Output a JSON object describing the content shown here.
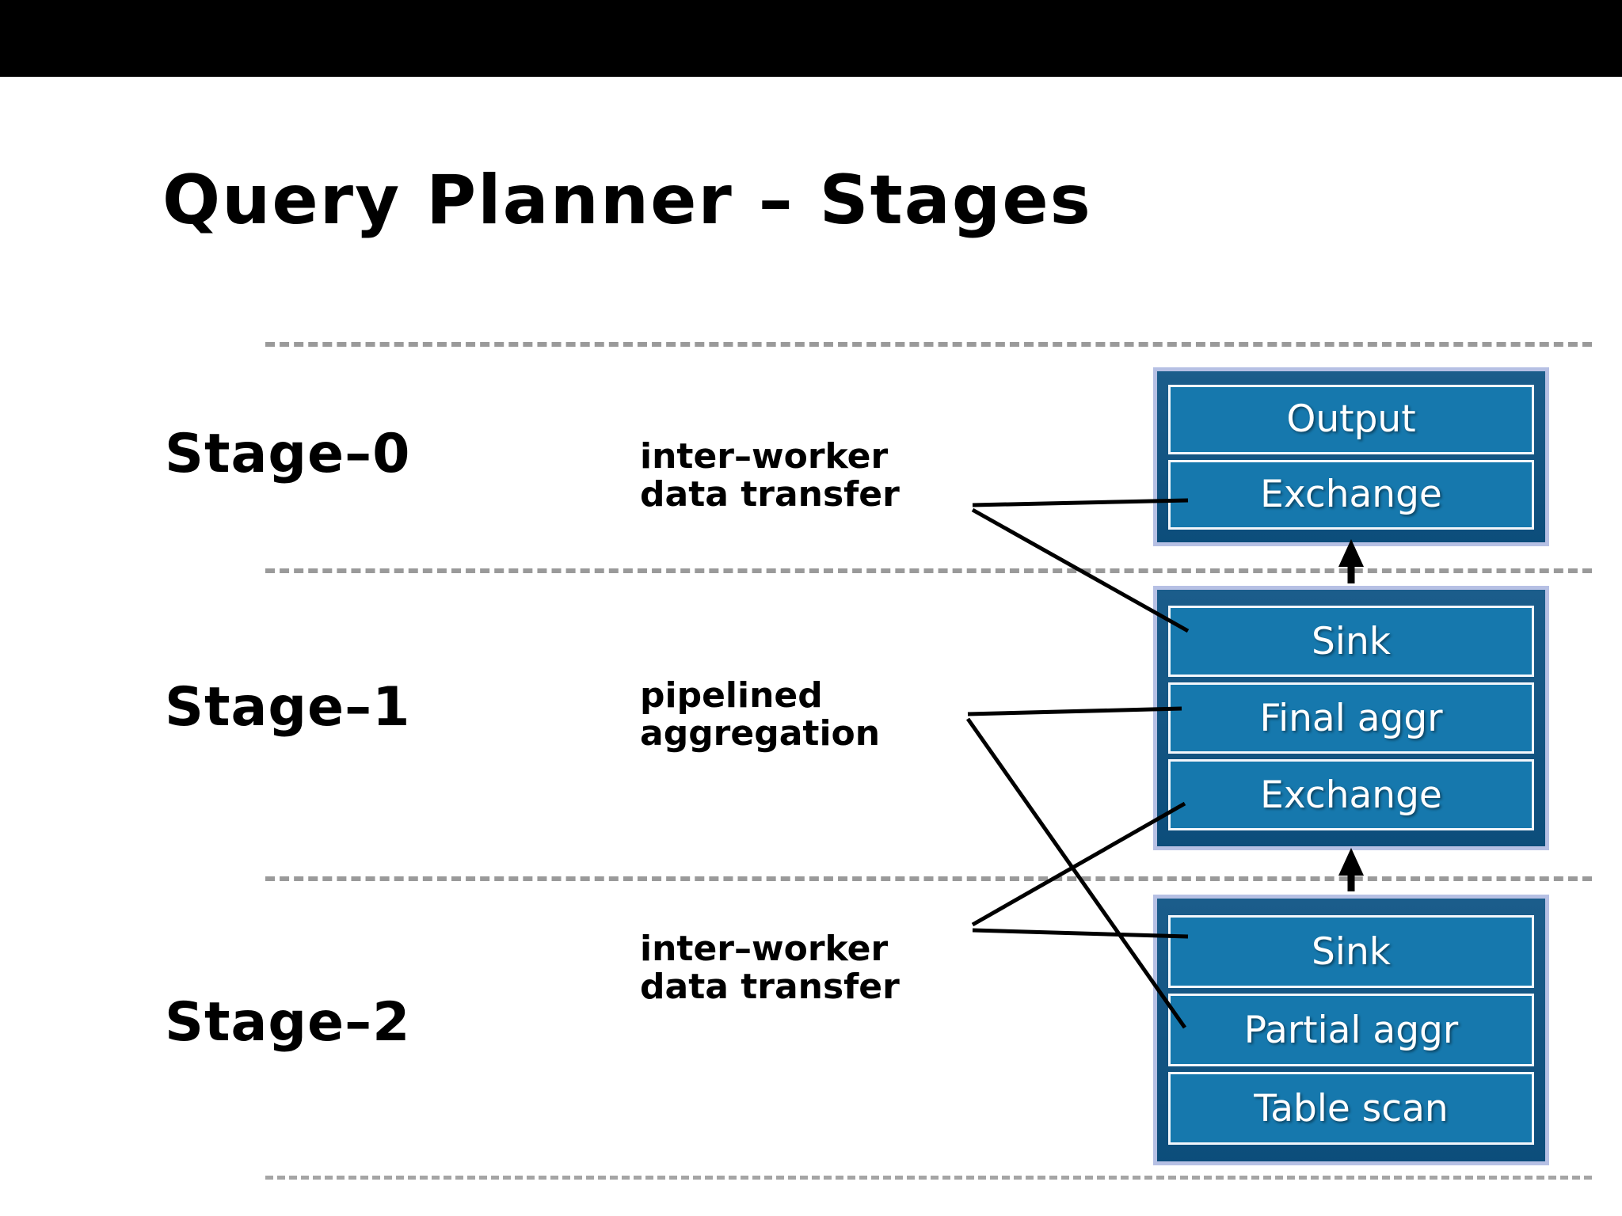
{
  "slide": {
    "title": "Query Planner – Stages",
    "background_color": "#ffffff",
    "letterbox_color": "#000000",
    "separator_color": "#9a9a9a"
  },
  "colors": {
    "stage_frame_fill": "#0d5384",
    "stage_frame_border": "#b6c0e4",
    "operator_fill": "#1678ad",
    "operator_border": "#f2f6fb",
    "operator_text": "#ffffff",
    "connector_line": "#000000",
    "title_text": "#000000"
  },
  "stages": [
    {
      "label": "Stage–0",
      "operators": [
        {
          "name": "Output"
        },
        {
          "name": "Exchange"
        }
      ]
    },
    {
      "label": "Stage–1",
      "operators": [
        {
          "name": "Sink"
        },
        {
          "name": "Final aggr"
        },
        {
          "name": "Exchange"
        }
      ]
    },
    {
      "label": "Stage–2",
      "operators": [
        {
          "name": "Sink"
        },
        {
          "name": "Partial aggr"
        },
        {
          "name": "Table scan"
        }
      ]
    }
  ],
  "annotations": [
    {
      "line1": "inter–worker",
      "line2": "data transfer"
    },
    {
      "line1": "pipelined",
      "line2": "aggregation"
    },
    {
      "line1": "inter–worker",
      "line2": "data transfer"
    }
  ]
}
